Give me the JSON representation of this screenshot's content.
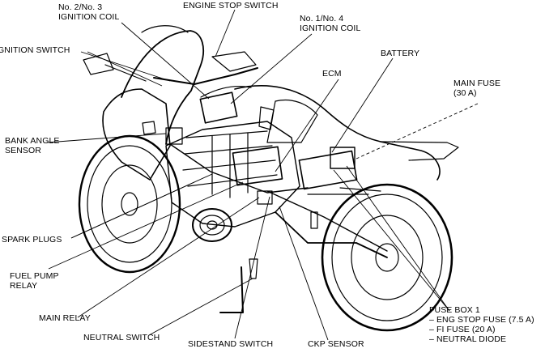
{
  "labels": {
    "engine_stop_switch": "ENGINE STOP SWITCH",
    "coil_23": [
      "No. 2/No. 3",
      "IGNITION COIL"
    ],
    "coil_14": [
      "No. 1/No. 4",
      "IGNITION COIL"
    ],
    "ignition_switch": "IGNITION SWITCH",
    "battery": "BATTERY",
    "ecm": "ECM",
    "main_fuse": [
      "MAIN FUSE",
      "(30 A)"
    ],
    "bank_angle_sensor": [
      "BANK ANGLE",
      "SENSOR"
    ],
    "spark_plugs": "SPARK PLUGS",
    "fuel_pump_relay": [
      "FUEL PUMP",
      "RELAY"
    ],
    "main_relay": "MAIN RELAY",
    "neutral_switch": "NEUTRAL SWITCH",
    "sidestand_switch": "SIDESTAND SWITCH",
    "ckp_sensor": "CKP SENSOR",
    "fuse_box": [
      "FUSE BOX 1",
      "– ENG STOP FUSE (7.5 A)",
      "– FI FUSE (20 A)",
      "– NEUTRAL DIODE"
    ]
  }
}
